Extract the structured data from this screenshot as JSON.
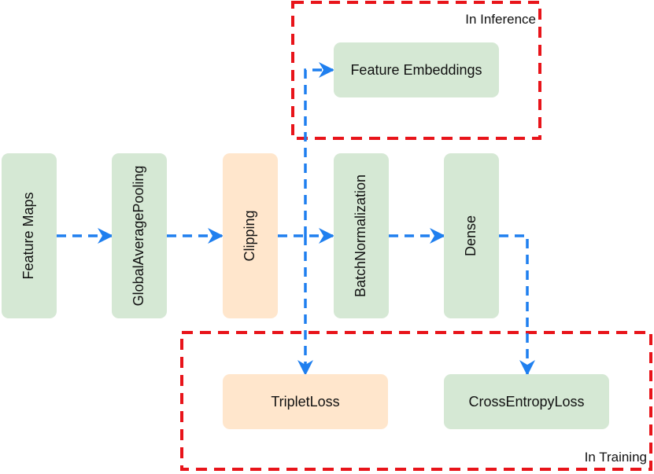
{
  "colors": {
    "green_fill": "#d5e8d4",
    "orange_fill": "#ffe6cc",
    "arrow": "#1f7fef",
    "region_border": "#e8141a"
  },
  "regions": {
    "inference": {
      "label": "In Inference"
    },
    "training": {
      "label": "In Training"
    }
  },
  "nodes": {
    "feature_maps": {
      "label": "Feature Maps"
    },
    "global_average_pooling": {
      "label": "GlobalAveragePooling"
    },
    "clipping": {
      "label": "Clipping"
    },
    "batch_normalization": {
      "label": "BatchNormalization"
    },
    "dense": {
      "label": "Dense"
    },
    "feature_embeddings": {
      "label": "Feature Embeddings"
    },
    "triplet_loss": {
      "label": "TripletLoss"
    },
    "cross_entropy_loss": {
      "label": "CrossEntropyLoss"
    }
  },
  "edges": [
    {
      "from": "feature_maps",
      "to": "global_average_pooling"
    },
    {
      "from": "global_average_pooling",
      "to": "clipping"
    },
    {
      "from": "clipping",
      "to": "batch_normalization"
    },
    {
      "from": "batch_normalization",
      "to": "dense"
    },
    {
      "from": "clipping",
      "to": "feature_embeddings"
    },
    {
      "from": "clipping",
      "to": "triplet_loss"
    },
    {
      "from": "dense",
      "to": "cross_entropy_loss"
    }
  ]
}
